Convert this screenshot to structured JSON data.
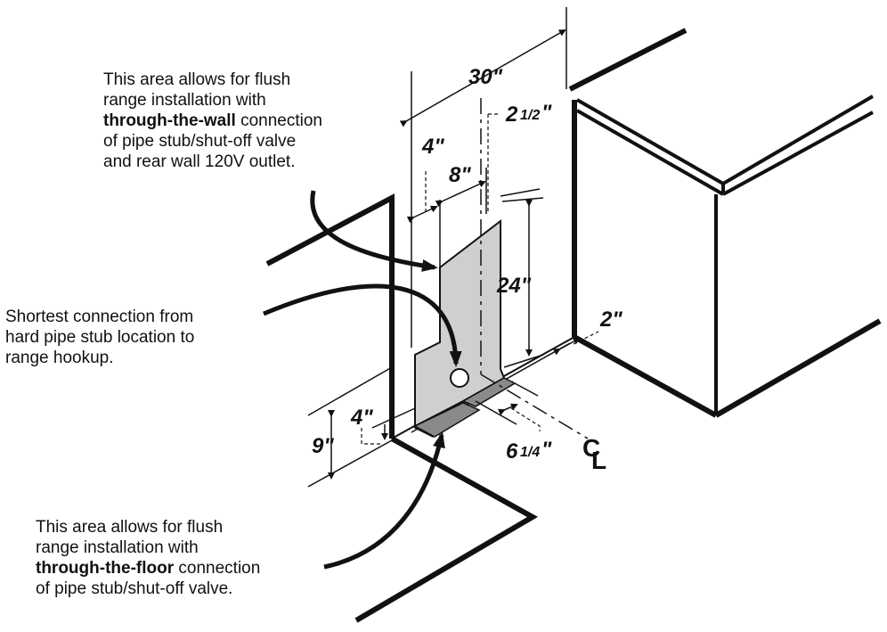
{
  "notes": {
    "wall": {
      "line1": "This area allows for flush",
      "line2": "range installation with",
      "line3_bold": "through-the-wall",
      "line3_rest": " connection",
      "line4": "of pipe stub/shut-off valve",
      "line5": "and rear wall 120V outlet."
    },
    "shortest": {
      "line1": "Shortest connection from",
      "line2": "hard pipe stub location to",
      "line3": "range hookup."
    },
    "floor": {
      "line1": "This area allows for flush",
      "line2": "range installation with",
      "line3_bold": "through-the-floor",
      "line3_rest": " connection",
      "line4": "of pipe stub/shut-off valve."
    }
  },
  "dimensions": {
    "width_total": "30\"",
    "wall_offset": "4\"",
    "area_width": "8\"",
    "centerline_offset_whole": "2",
    "centerline_offset_frac": "1/2",
    "area_height": "24\"",
    "cabinet_gap": "2\"",
    "floor_height": "9\"",
    "floor_depth": "4\"",
    "floor_offset_whole": "6",
    "floor_offset_frac": "1/4",
    "centerline_symbol": "C",
    "centerline_symbol_sub": "L"
  },
  "colors": {
    "line": "#111111",
    "shaded_area": "#cfcfcf",
    "floor_area": "#8a8a8a"
  }
}
